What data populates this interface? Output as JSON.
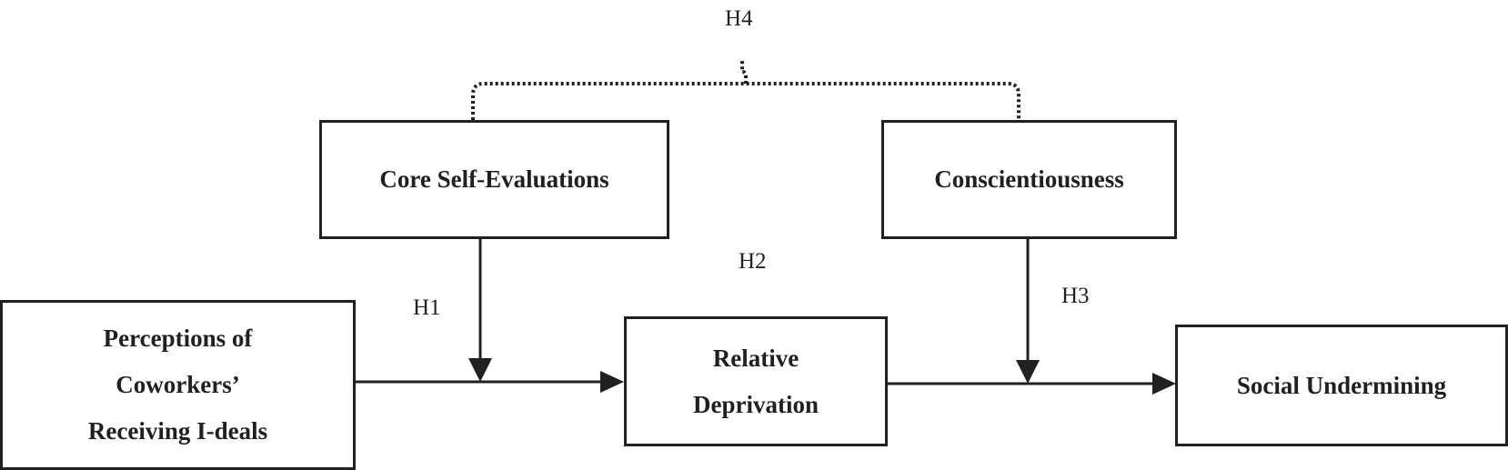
{
  "nodes": {
    "cse": "Core Self-Evaluations",
    "consc": "Conscientiousness",
    "perceptions": [
      "Perceptions of",
      "Coworkers’",
      "Receiving I-deals"
    ],
    "deprivation": [
      "Relative",
      "Deprivation"
    ],
    "undermining": "Social Undermining"
  },
  "hypotheses": {
    "h1": "H1",
    "h2": "H2",
    "h3": "H3",
    "h4": "H4"
  }
}
